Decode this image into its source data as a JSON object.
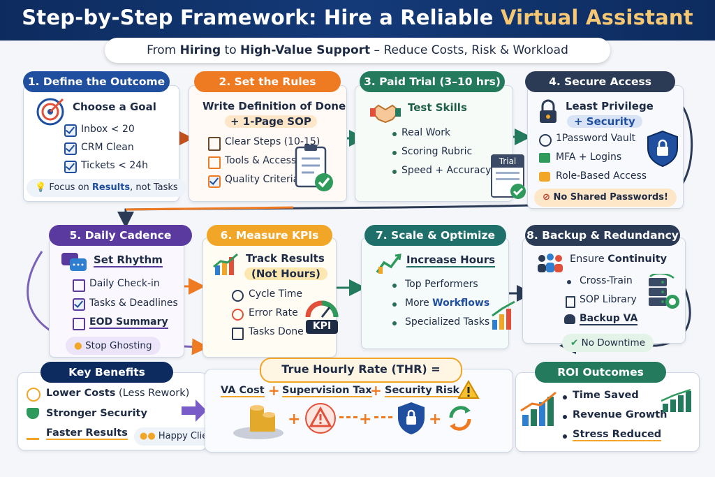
{
  "header": {
    "title_main": "Step-by-Step Framework: Hire a Reliable ",
    "title_accent": "Virtual Assistant",
    "subtitle_pre": "From ",
    "subtitle_b1": "Hiring",
    "subtitle_mid": " to ",
    "subtitle_b2": "High-Value Support",
    "subtitle_post": " – Reduce Costs, Risk & Workload"
  },
  "steps": {
    "s1": {
      "tag": "1. Define the Outcome",
      "head": "Choose a Goal",
      "items": [
        "Inbox < 20",
        "CRM Clean",
        "Tickets < 24h"
      ],
      "foot_pre": "Focus on ",
      "foot_b": "Results",
      "foot_post": ", not Tasks"
    },
    "s2": {
      "tag": "2.  Set the Rules",
      "head1": "Write Definition of Done",
      "head2": "+ 1-Page SOP",
      "items": [
        "Clear Steps (10-15)",
        "Tools & Access",
        "Quality Criteria"
      ]
    },
    "s3": {
      "tag": "3. Paid Trial (3–10 hrs)",
      "head": "Test Skills",
      "items": [
        "Real Work",
        "Scoring Rubric",
        "Speed + Accuracy"
      ],
      "badge": "Trial"
    },
    "s4": {
      "tag": "4.  Secure Access",
      "head1": "Least Privilege",
      "head2": "+ Security",
      "items": [
        "1Password Vault",
        "MFA + Logins",
        "Role-Based Access"
      ],
      "foot": "No Shared Passwords!"
    },
    "s5": {
      "tag": "5.  Daily Cadence",
      "head": "Set Rhythm",
      "items": [
        "Daily Check-in",
        "Tasks & Deadlines",
        "EOD Summary"
      ],
      "foot": "Stop Ghosting"
    },
    "s6": {
      "tag": "6.  Measure KPIs",
      "head1": "Track Results",
      "head2": "(Not Hours)",
      "items": [
        "Cycle Time",
        "Error Rate",
        "Tasks Done"
      ],
      "gauge": "KPI"
    },
    "s7": {
      "tag": "7. Scale & Optimize",
      "head": "Increase Hours",
      "items": [
        "Top Performers",
        "More ",
        "Specialized Tasks"
      ],
      "item2_bold": "Workflows"
    },
    "s8": {
      "tag": "8. Backup & Redundancy",
      "head_pre": "Ensure ",
      "head_b": "Continuity",
      "items": [
        "Cross-Train",
        "SOP Library",
        "Backup VA"
      ],
      "foot": "No Downtime"
    }
  },
  "benefits": {
    "title": "Key Benefits",
    "items": [
      {
        "b": "Lower Costs",
        "n": " (Less Rework)"
      },
      {
        "b": "Stronger Security",
        "n": ""
      },
      {
        "b": "Faster Results",
        "n": ""
      }
    ],
    "extra": "Happy Clients"
  },
  "thr": {
    "title": "True Hourly Rate (THR) =",
    "terms": [
      "VA Cost",
      "Supervision Tax",
      "Security Risk"
    ],
    "plus": "+"
  },
  "roi": {
    "title": "ROI Outcomes",
    "items": [
      "Time Saved",
      "Revenue Growth",
      "Stress Reduced"
    ]
  },
  "colors": {
    "navy": "#0d2b5e",
    "accent": "#f7c873",
    "orange": "#ee7a22",
    "green": "#237a5c",
    "purple": "#5a3a9e",
    "amber": "#f1a628",
    "teal": "#1f6f6a"
  },
  "icons": [
    "target-icon",
    "lightbulb-icon",
    "clipboard-icon",
    "handshake-icon",
    "lock-icon",
    "shield-icon",
    "chat-icon",
    "calendar-icon",
    "chart-icon",
    "gauge-icon",
    "team-icon",
    "server-icon",
    "coins-icon",
    "warning-icon",
    "recycle-icon",
    "check-icon",
    "arrow-icon"
  ]
}
